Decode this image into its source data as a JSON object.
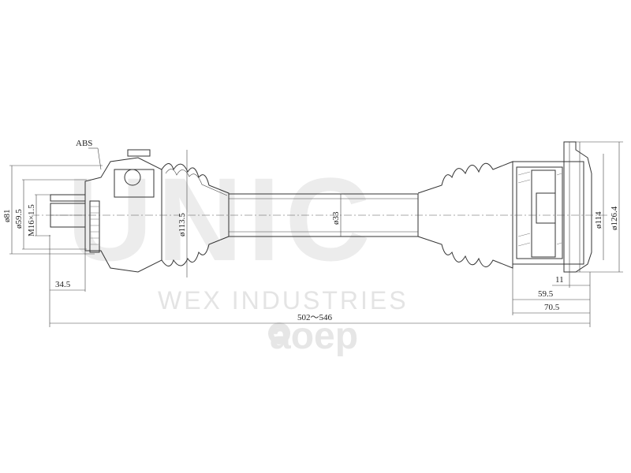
{
  "watermark": {
    "brand": "UNIC",
    "company": "WEX INDUSTRIES",
    "store_logo": "aoep"
  },
  "labels": {
    "abs": "ABS",
    "d81": "ø81",
    "d59_5": "ø59.5",
    "m16": "M16×1.5",
    "d113_5": "ø113.5",
    "d33": "ø33",
    "d114": "ø114",
    "d126_4": "ø126.4",
    "len_34_5": "34.5",
    "len_11": "11",
    "len_59_5": "59.5",
    "len_70_5": "70.5",
    "len_total": "502～546"
  }
}
